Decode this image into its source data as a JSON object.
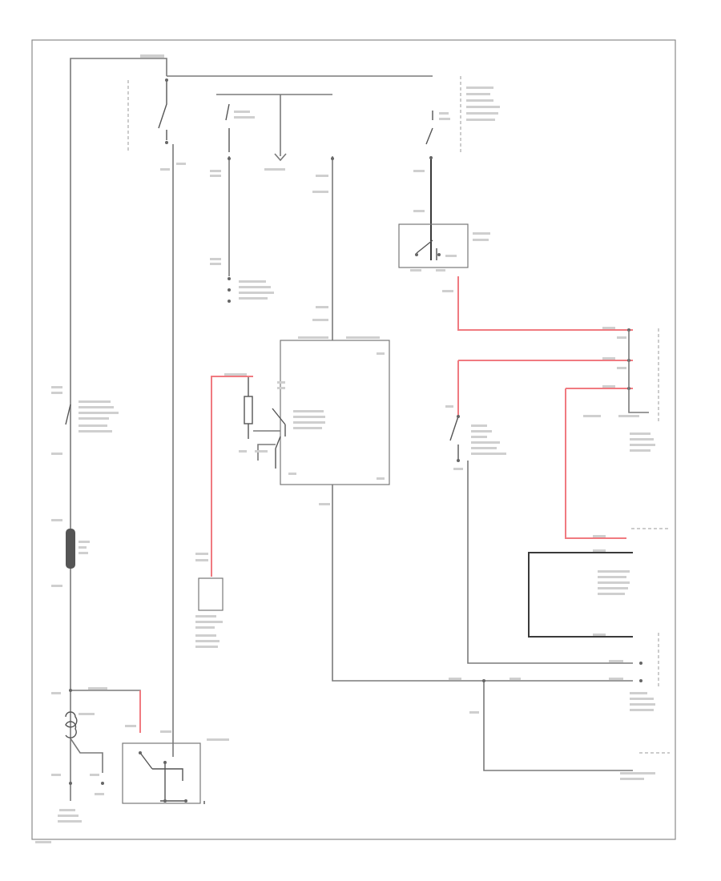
{
  "diagram": {
    "page_tag": "",
    "wire_colors": {
      "default": "#7a7a7a",
      "black": "#3a3a3a",
      "red": "#f07a80"
    },
    "components": [
      {
        "id": "ignition-switch"
      },
      {
        "id": "fuse-block"
      },
      {
        "id": "ground-junction"
      },
      {
        "id": "neutral-safety-switch"
      },
      {
        "id": "starter-relay"
      },
      {
        "id": "engine-control-module"
      },
      {
        "id": "clutch-switch"
      },
      {
        "id": "body-control-module"
      },
      {
        "id": "anti-theft-module"
      },
      {
        "id": "fusible-link"
      },
      {
        "id": "battery"
      },
      {
        "id": "starter"
      },
      {
        "id": "ground-point"
      }
    ]
  }
}
